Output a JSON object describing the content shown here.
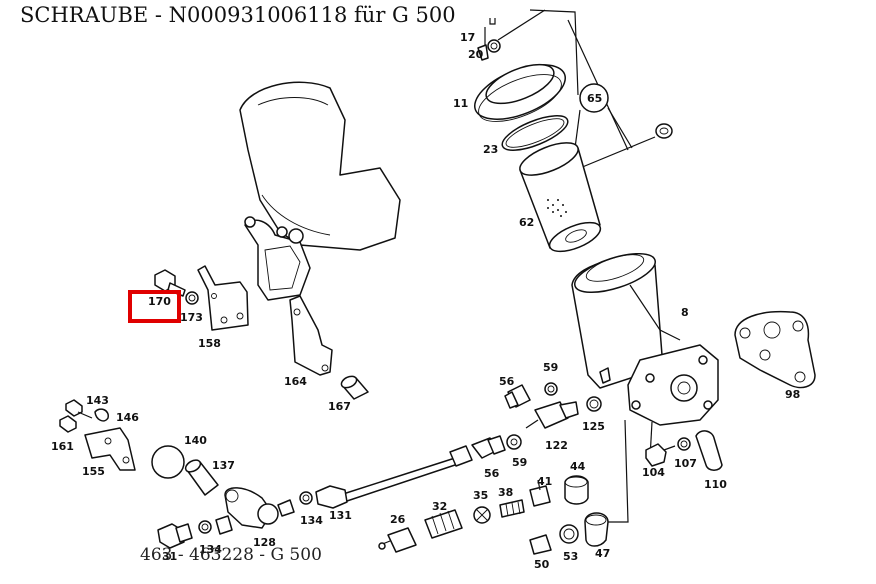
{
  "title": "SCHRAUBE  - N000931006118 für G 500",
  "footer": "463 - 463228 - G 500",
  "highlight": {
    "part": "170",
    "color": "#e00000"
  },
  "labels": {
    "l17": "17",
    "l20": "20",
    "l11": "11",
    "l65": "65",
    "l23": "23",
    "l62": "62",
    "l8": "8",
    "l98": "98",
    "l170": "170",
    "l173": "173",
    "l158": "158",
    "l164": "164",
    "l167": "167",
    "l143": "143",
    "l146": "146",
    "l161": "161",
    "l155": "155",
    "l140": "140",
    "l137": "137",
    "l56a": "56",
    "l59a": "59",
    "l125": "125",
    "l122": "122",
    "l56b": "56",
    "l59b": "59",
    "l44": "44",
    "l41": "41",
    "l38": "38",
    "l35": "35",
    "l32": "32",
    "l26": "26",
    "l50": "50",
    "l53": "53",
    "l47": "47",
    "l104": "104",
    "l107": "107",
    "l110": "110",
    "l128": "128",
    "l134a": "134",
    "l131": "131",
    "l134b": "134",
    "l31": "31"
  }
}
